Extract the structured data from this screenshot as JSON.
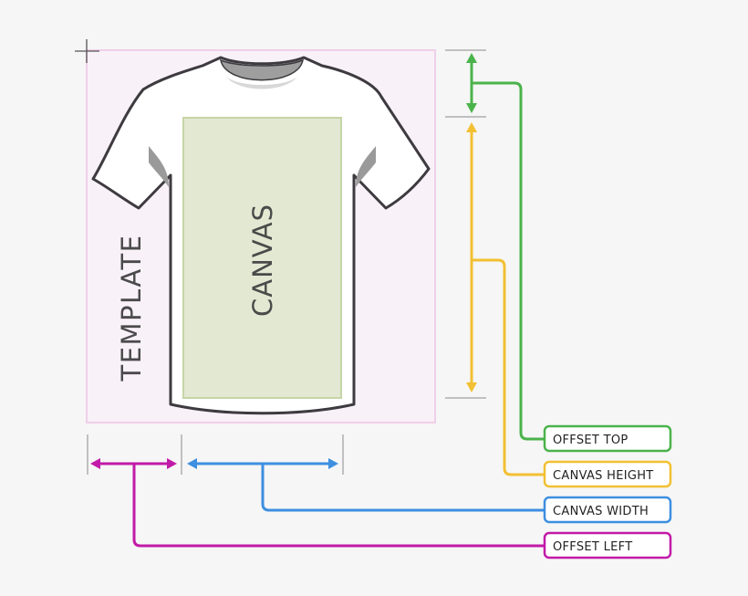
{
  "labels": {
    "template": "TEMPLATE",
    "canvas": "CANVAS",
    "offset_top": "OFFSET TOP",
    "canvas_height": "CANVAS HEIGHT",
    "canvas_width": "CANVAS WIDTH",
    "offset_left": "OFFSET LEFT"
  },
  "colors": {
    "background": "#f6f6f6",
    "template_fill": "#f9f1f8",
    "template_border": "#efcfe8",
    "canvas_fill": "#e3e8d2",
    "canvas_border": "#c5d5a6",
    "shirt_outline": "#3e3b40",
    "offset_top": "#4bb34b",
    "canvas_height": "#f2c032",
    "canvas_width": "#3d8fe0",
    "offset_left": "#c21aa8",
    "tick_lines": "#8a8a8a"
  },
  "icons": {
    "origin_marker": "crosshair-icon",
    "garment": "tshirt-icon"
  }
}
